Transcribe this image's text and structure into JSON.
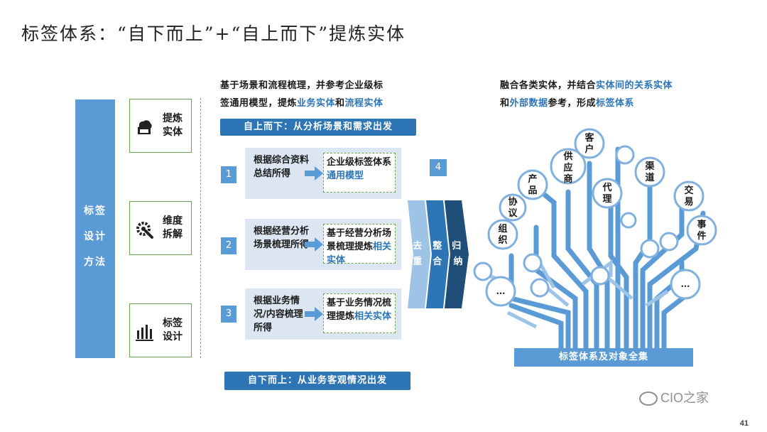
{
  "title": "标签体系：“自下而上”+“自上而下”提炼实体",
  "left_bar": [
    "标签",
    "设计",
    "方法"
  ],
  "method_steps": [
    {
      "icon": "cloud-folder-icon",
      "label": "提炼实体"
    },
    {
      "icon": "gear-wrench-icon",
      "label": "维度拆解"
    },
    {
      "icon": "bar-chart-icon",
      "label": "标签设计"
    }
  ],
  "top_text": {
    "line1": "基于场景和流程梳理，并参考企业级标",
    "line2_a": "签通用模型，提炼",
    "line2_h1": "业务实体",
    "line2_b": "和",
    "line2_h2": "流程实体"
  },
  "top_banner": "自上而下：从分析场景和需求出发",
  "bottom_banner": "自下而上：从业务客观情况出发",
  "rows": [
    {
      "num": "1",
      "source": "根据综合资料总结所得",
      "result_a": "企业级标签体系",
      "result_h": "通用模型"
    },
    {
      "num": "2",
      "source": "根据经营分析场景梳理所得",
      "result_a": "基于经营分析场景梳理提炼",
      "result_h": "相关实体"
    },
    {
      "num": "3",
      "source": "根据业务情况/内容梳理所得",
      "result_a": "基于业务情况梳理提炼",
      "result_h": "相关实体"
    }
  ],
  "step4": "4",
  "chevrons": [
    "去重",
    "整合",
    "归纳"
  ],
  "right_text": {
    "a": "融合各类实体，并结合",
    "h1": "实体间的关系实体",
    "b": "和",
    "h2": "外部数据",
    "c": "参考，形成",
    "h3": "标签体系"
  },
  "tree_nodes": [
    "组织",
    "协议",
    "产品",
    "供应商",
    "客户",
    "代理",
    "渠道",
    "交易",
    "事件",
    "…",
    "…"
  ],
  "tree_base": "标签体系及对象全集",
  "watermark": "CIO之家",
  "page_number": "41",
  "colors": {
    "primary": "#5b9bd5",
    "dark": "#2e75b6",
    "green_border": "#6aa84f",
    "light_bg": "#dbe6f2",
    "chevron_dark": "#1f4e79"
  }
}
